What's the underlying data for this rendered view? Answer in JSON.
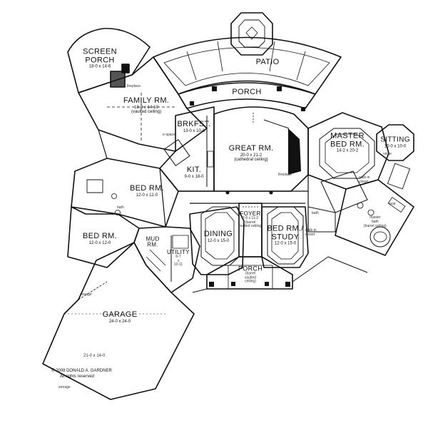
{
  "rooms": [
    {
      "key": "screen",
      "name": "SCREEN\nPORCH",
      "dims": "18-0 x 14-6"
    },
    {
      "key": "family",
      "name": "FAMILY RM.",
      "dims": "18-8 x 14-10\n(vaulted ceiling)"
    },
    {
      "key": "brkfst",
      "name": "BRKFST.",
      "dims": "13-0 x 10-0"
    },
    {
      "key": "kit",
      "name": "KIT.",
      "dims": "9-0 x 18-0"
    },
    {
      "key": "great",
      "name": "GREAT RM.",
      "dims": "20-0 x 21-2\n(cathedral ceiling)"
    },
    {
      "key": "master",
      "name": "MASTER\nBED RM.",
      "dims": "14-2 x 20-2"
    },
    {
      "key": "sitting",
      "name": "SITTING",
      "dims": "10-0 x 10-0"
    },
    {
      "key": "bed1",
      "name": "BED RM.",
      "dims": "12-0 x 12-0"
    },
    {
      "key": "bed2",
      "name": "BED RM.",
      "dims": "12-0 x 12-0"
    },
    {
      "key": "dining",
      "name": "DINING",
      "dims": "12-0 x 15-0"
    },
    {
      "key": "foyer",
      "name": "FOYER",
      "dims": "7-0 x 11-2\n(barrel\nvaulted ceiling)"
    },
    {
      "key": "study",
      "name": "BED RM./\nSTUDY",
      "dims": "12-0 x 15-0"
    },
    {
      "key": "mud",
      "name": "MUD\nRM.",
      "dims": ""
    },
    {
      "key": "utility",
      "name": "UTILITY",
      "dims": "6-7\nx\n10-11"
    },
    {
      "key": "porchfront",
      "name": "PORCH",
      "dims": "(barrel\nvaulted\nceiling)"
    },
    {
      "key": "garage",
      "name": "GARAGE",
      "dims": "24-0 x 24-0"
    },
    {
      "key": "patio",
      "name": "PATIO",
      "dims": ""
    },
    {
      "key": "porchrear",
      "name": "PORCH",
      "dims": ""
    }
  ],
  "notes": {
    "fireplace1": "fireplace",
    "fireplace2": "fireplace",
    "espace": "e-space",
    "walkin1": "walk-in\ncloset",
    "walkin2": "walk-in\ncloset",
    "masterbath": "master\nbath\n(barrel ceiling)",
    "bath1": "bath",
    "bath2": "bath",
    "storage1": "storage",
    "storage2": "storage",
    "garage_dims2": "21-0 x 14-0",
    "niche": "niche",
    "seat": "seat"
  },
  "copyright": {
    "line1": "© 2008 DONALD A. GARDNER",
    "line2": "All rights reserved"
  }
}
